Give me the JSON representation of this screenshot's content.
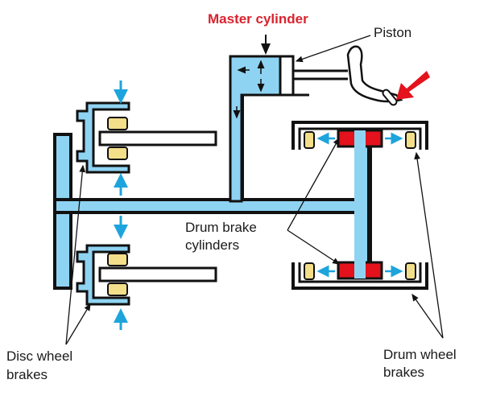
{
  "diagram": {
    "title": "Master cylinder",
    "labels": {
      "piston": "Piston",
      "drum_cylinders_line1": "Drum brake",
      "drum_cylinders_line2": "cylinders",
      "disc_line1": "Disc wheel",
      "disc_line2": "brakes",
      "drum_wheel_line1": "Drum wheel",
      "drum_wheel_line2": "brakes"
    },
    "colors": {
      "fluid": "#8fd3f2",
      "outline": "#111111",
      "pad": "#f3de8a",
      "cylinder": "#e3121c",
      "force_arrow": "#e3121c",
      "pressure_arrow": "#1ea4dc",
      "title": "#d9232e"
    }
  }
}
